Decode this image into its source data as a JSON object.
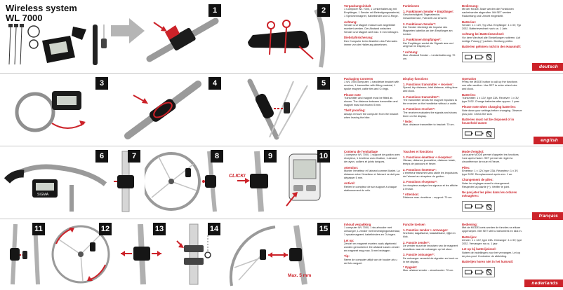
{
  "title": {
    "line1": "Wireless system",
    "line2": "WL 7000"
  },
  "steps": [
    "1",
    "2",
    "3",
    "4",
    "5",
    "6",
    "7",
    "8",
    "9",
    "10",
    "11",
    "12",
    "13",
    "14",
    "15"
  ],
  "annotations": {
    "click": "CLICK!",
    "max5mm": "Max. 5 mm",
    "brand": "SIGMA"
  },
  "tabs": {
    "de": "deutsch",
    "en": "english",
    "fr": "français",
    "nl": "nederlands"
  },
  "colors": {
    "accent": "#cc2229",
    "ink": "#1c1c1c",
    "metal": "#999999"
  },
  "sections": {
    "de": {
      "col1": [
        {
          "heading": "Verpackungsinhalt",
          "body": "1 Computer WL 7000, 1 Lenkerhalterung mit Empfänger, 1 Sender mit Befestigungsmaterial, 1 Speichenmagnet, Kabelbinder und O-Ringe."
        },
        {
          "heading": "Achtung:",
          "body": "Sender und Magnet müssen wie abgebildet montiert werden. Der Abstand zwischen Sender und Magnet darf max. 5 mm betragen."
        },
        {
          "heading": "Diebstahlsicherung:",
          "body": "Den Computer beim Abstellen des Fahrrades immer von der Halterung abnehmen."
        }
      ],
      "col2": [
        {
          "heading": "Funktionen",
          "body": ""
        },
        {
          "heading": "1. Funktionen Sender + Empfänger:",
          "body": "Geschwindigkeit, Tagesstrecke, Gesamtstrecke, Fahrzeit und Uhrzeit."
        },
        {
          "heading": "2. Funktionen Sender*:",
          "body": "Der Sender überträgt die Impulse des Magneten kabellos an den Empfänger am Lenker."
        },
        {
          "heading": "3. Funktionen Empfänger*:",
          "body": "Der Empfänger wertet die Signale aus und zeigt sie im Display an."
        },
        {
          "heading": "* Achtung:",
          "body": "Max. Abstand Sender – Lenkerhalterung: 70 cm."
        }
      ],
      "col3": [
        {
          "heading": "Bedienung:",
          "body": "Mit der MODE-Taste werden die Funktionen nacheinander abgerufen. Mit SET werden Radumfang und Uhrzeit eingestellt."
        },
        {
          "heading": "Batterien:",
          "body": "Sender: 1 x 12V, Typ 23A. Empfänger: 1 x 3V, Typ 2032. Batteriewechsel nach ca. 1 Jahr."
        },
        {
          "heading": "Achtung bei Batteriewechsel:",
          "body": "Vor dem Wechsel alle Einstellungen notieren. Auf richtige Polung (+) achten. Dichtung prüfen."
        },
        {
          "heading": "Batterien gehören nicht in den Hausmüll:",
          "body": ""
        }
      ]
    },
    "en": {
      "col1": [
        {
          "heading": "Packaging Contents",
          "body": "1 WL 7000 computer, 1 handlebar bracket with receiver, 1 transmitter with fitting material, 1 spoke magnet, cable ties and O-rings."
        },
        {
          "heading": "Please note",
          "body": "Transmitter and magnet must be fitted as shown. The distance between transmitter and magnet must not exceed 5 mm."
        },
        {
          "heading": "Theft proofing:",
          "body": "Always remove the computer from the bracket when leaving the bike."
        }
      ],
      "col2": [
        {
          "heading": "Display functions",
          "body": ""
        },
        {
          "heading": "1. Functions transmitter + receiver:",
          "body": "Speed, trip distance, total distance, riding time and clock."
        },
        {
          "heading": "2. Functions transmitter*:",
          "body": "The transmitter sends the magnet impulses to the receiver on the handlebar without a cable."
        },
        {
          "heading": "3. Functions receiver*:",
          "body": "The receiver evaluates the signals and shows them on the display."
        },
        {
          "heading": "* Note:",
          "body": "Max. distance transmitter to bracket: 70 cm."
        }
      ],
      "col3": [
        {
          "heading": "Operation",
          "body": "Press the MODE button to call up the functions one after another. Use SET to enter wheel size and clock."
        },
        {
          "heading": "Batteries:",
          "body": "Transmitter: 1 x 12V, type 23A. Receiver: 1 x 3V, type 2032. Change batteries after approx. 1 year."
        },
        {
          "heading": "Please note when changing batteries:",
          "body": "Note down your settings before changing. Observe plus pole. Check the seal."
        },
        {
          "heading": "Batteries must not be disposed of in household waste:",
          "body": ""
        }
      ]
    },
    "fr": {
      "col1": [
        {
          "heading": "Contenu de l'emballage",
          "body": "1 compteur WL 7000, 1 support de guidon avec récepteur, 1 émetteur avec fixation, 1 aimant de rayon, colliers et joints toriques."
        },
        {
          "heading": "Attention:",
          "body": "Monter l'émetteur et l'aimant comme illustré. La distance entre l'émetteur et l'aimant ne doit pas dépasser 5 mm."
        },
        {
          "heading": "Antivol:",
          "body": "Retirer le compteur de son support à chaque stationnement du vélo."
        }
      ],
      "col2": [
        {
          "heading": "Touches et fonctions",
          "body": ""
        },
        {
          "heading": "1. Fonctions émetteur + récepteur:",
          "body": "Vitesse, distance journalière, distance totale, temps de parcours et heure."
        },
        {
          "heading": "2. Fonctions émetteur*:",
          "body": "L'émetteur transmet sans câble les impulsions de l'aimant au récepteur du guidon."
        },
        {
          "heading": "3. Fonctions récepteur*:",
          "body": "Le récepteur analyse les signaux et les affiche à l'écran."
        },
        {
          "heading": "* Attention:",
          "body": "Distance max. émetteur – support: 70 cm."
        }
      ],
      "col3": [
        {
          "heading": "Mode d'emploi:",
          "body": "La touche MODE permet d'appeler les fonctions l'une après l'autre. SET permet de régler la circonférence de roue et l'heure."
        },
        {
          "heading": "Piles:",
          "body": "Émetteur: 1 x 12V, type 23A. Récepteur: 1 x 3V, type 2032. Remplacement après env. 1 an."
        },
        {
          "heading": "Changement de piles:",
          "body": "Noter les réglages avant le changement. Respecter la polarité (+). Vérifier le joint."
        },
        {
          "heading": "Ne pas jeter les piles dans les ordures ménagères:",
          "body": ""
        }
      ]
    },
    "nl": {
      "col1": [
        {
          "heading": "Inhoud verpakking",
          "body": "1 computer WL 7000, 1 stuurhouder met ontvanger, 1 zender met bevestigingsmateriaal, 1 spaakmagneet, kabelbinders en O-ringen."
        },
        {
          "heading": "Let op:",
          "body": "Zender en magneet moeten zoals afgebeeld worden gemonteerd. De afstand tussen zender en magneet mag max. 5 mm bedragen."
        },
        {
          "heading": "Tip:",
          "body": "Neem de computer altijd van de houder als u de fiets wegzet."
        }
      ],
      "col2": [
        {
          "heading": "Functie toetsen",
          "body": ""
        },
        {
          "heading": "1. Functies zender + ontvanger:",
          "body": "Snelheid, dagafstand, totaalafstand, rijtijd en klok."
        },
        {
          "heading": "2. Functie zender*:",
          "body": "De zender stuurt de impulsen van de magneet draadloos naar de ontvanger op het stuur."
        },
        {
          "heading": "3. Functie ontvanger*:",
          "body": "De ontvanger verwerkt de signalen en toont ze in het display."
        },
        {
          "heading": "* Opgelet:",
          "body": "Max. afstand zender – stuurhouder: 70 cm."
        }
      ],
      "col3": [
        {
          "heading": "Bediening:",
          "body": "Met de MODE-toets worden de functies na elkaar opgeroepen. Met SET stelt u wielomtrek en klok in."
        },
        {
          "heading": "Batterijen:",
          "body": "Zender: 1 x 12V, type 23A. Ontvanger: 1 x 3V, type 2032. Vervangen na ca. 1 jaar."
        },
        {
          "heading": "Let op bij batterijwissel:",
          "body": "Noteer de instellingen voor het vervangen. Let op de plus-pool. Controleer de afdichting."
        },
        {
          "heading": "Batterijen horen niet in het huisvuil:",
          "body": ""
        }
      ]
    }
  }
}
